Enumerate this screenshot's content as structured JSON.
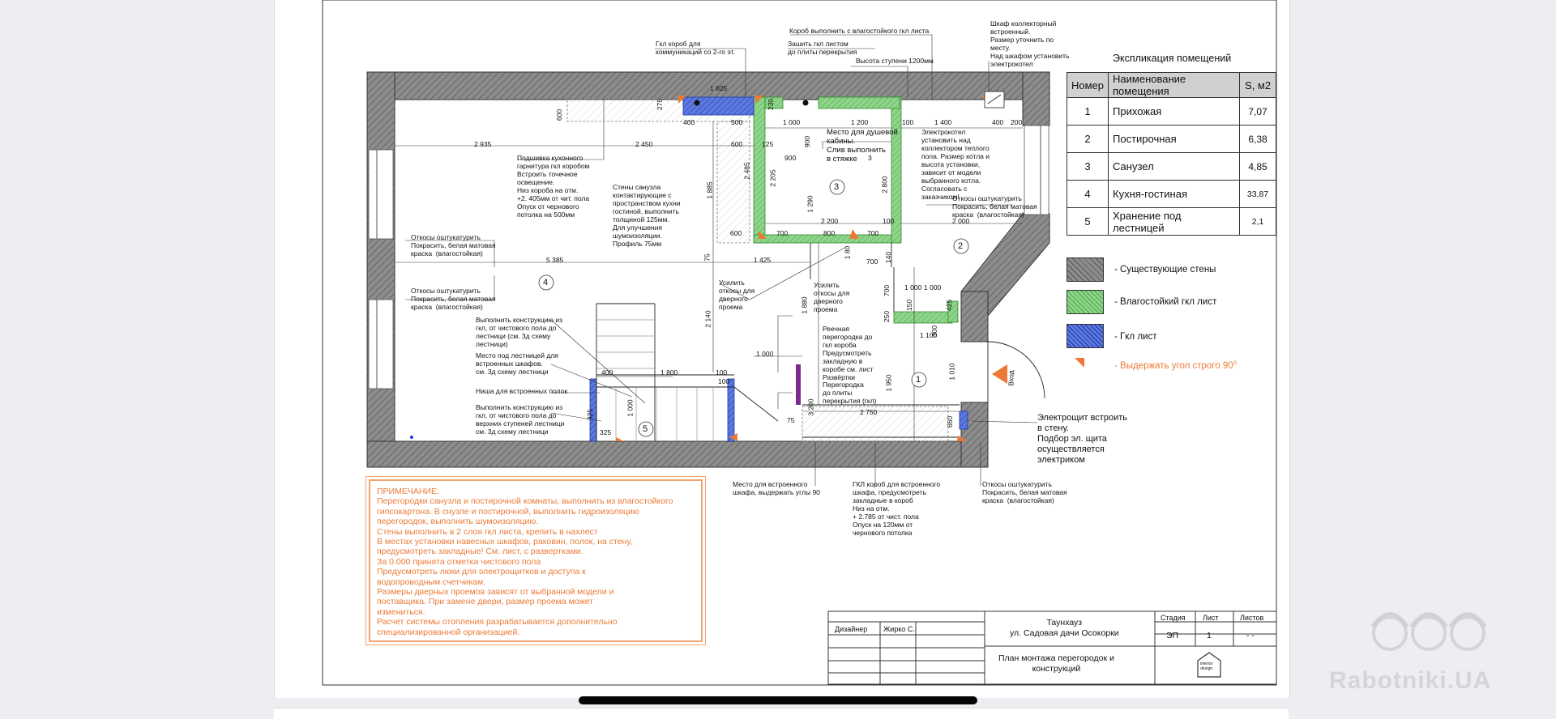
{
  "drawing": {
    "notes_title": "ПРИМЕЧАНИЕ:",
    "notes_lines": [
      "Перегородки санузла и постирочной комнаты, выполнить из влагостойкого",
      "гипсокартона. В снузле и постирочной, выполнить гидроизоляцию",
      "перегородок, выполнить шумоизоляцию.",
      "Стены выполнить в 2 слоя гкл листа, крепить в нахлест",
      "В местах установки навесных шкафов, раковин, полок, на стену,",
      "предусмотреть закладные! См. лист, с развертками.",
      "За 0.000 принята отметка чистового пола",
      "Предусмотреть люки для электрощитков и доступа к",
      "водопроводным счетчикам.",
      "Размеры дверных проемов зависят от выбранной модели и",
      "поставщика. При замене двери, размер проема может",
      "измениться.",
      "Расчет системы отопления разрабатывается дополнительно",
      "специализированной организацией."
    ],
    "annotations": {
      "a1": "Гкл короб для\nкоммуникаций со 2-го эт.",
      "a2": "Короб выполнить с влагостойкого гкл листа",
      "a3": "Зашить гкл листом\nдо плиты перекрытия",
      "a4": "Высота ступени 1200мм",
      "a5": "Шкаф коллекторный\nвстроенный.\nРазмер уточнить по\nместу.\nНад шкафом установить\nэлектрокотел",
      "a6": "Подшивка кухонного\nгарнитура гкл коробом\nВстроить точечное\nосвещение.\nНиз короба на отм.\n+2. 405мм от чит. пола\nОпуск от чернового\nпотолка на 500мм",
      "a7": "Стены санузла\nконтактирующие с\nпространством кухни\nгостиной, выполнить\nтолщиной 125мм.\nДля улучшения\nшумоизоляции.\nПрофиль 75мм",
      "a8": "Место для душевой\nкабины.\nСлив выполнить\nв стяжке",
      "a9": "Электрокотел\nустановить над\nколлектором теплого\nпола. Размер котла и\nвысота установки,\nзависит от модели\nвыбранного котла.\nСогласовать с\nзаказчиком!",
      "a10": "Откосы оштукатурить\nПокрасить, белая матовая\nкраска  (влагостойкая)",
      "a11": "Откосы оштукатурить\nПокрасить, белая матовая\nкраска  (влагостойкая)",
      "a12": "Откосы оштукатурить\nПокрасить, белая матовая\nкраска  (влагостойкая)",
      "a13": "Усилить\nоткосы для\nдверного\nпроема",
      "a14": "Усилить\nоткосы для\nдверного\nпроема",
      "a15": "Выполнить конструкцию из\nгкл, от чистового пола до\nлестници (см. 3д схему\nлестници)",
      "a16": "Место под лестницей для\nвстроенных шкафов.\nсм. 3д схему лестници",
      "a17": "Ниша для встроенных полок",
      "a18": "Выполнить конструкцию из\nгкл, от чистового пола до\nверхних ступеней лестници\nсм. 3д схему лестници",
      "a19": "Реечная\nперегородка до\nгкл короба\nПредусмотреть\nзакладную в\nкоробе см. лист\nРазвёртки",
      "a20": "Перегородка\nдо плиты\nперекрытия (гкл)",
      "a21": "Электрощит встроить\nв стену.\nПодбор эл. щита\nосуществляется\nэлектриком",
      "a22": "Место для встроенного\nшкафа, выдержать углы 90",
      "a23": "ГКЛ короб для встроенного\nшкафа, предусмотреть\nзакладные в короб\nНиз на отм.\n+ 2.785 от чист. пола\nОпуск на 120мм от\nчернового потолка",
      "a24": "Откосы оштукатурить\nПокрасить, белая матовая\nкраска  (влагостойкая)",
      "entrance": "Вход"
    },
    "dimensions": [
      "1 825",
      "275",
      "600",
      "400",
      "500",
      "230",
      "1 000",
      "1 200",
      "100",
      "1 400",
      "400",
      "200",
      "2 935",
      "2 450",
      "600",
      "125",
      "2 485",
      "2 205",
      "900",
      "900",
      "1 290",
      "3",
      "1 885",
      "2 800",
      "600",
      "700",
      "800",
      "700",
      "2 200",
      "100",
      "2 000",
      "5 385",
      "1 425",
      "75",
      "1 80",
      "700",
      "140",
      "700",
      "1 000",
      "1 000",
      "250",
      "150",
      "425",
      "300",
      "1 100",
      "1 010",
      "1 000",
      "100",
      "400",
      "1 800",
      "1 880",
      "2 140",
      "1 950",
      "100",
      "325",
      "1 000",
      "325",
      "75",
      "3 200",
      "2 750",
      "660"
    ],
    "room_numbers": [
      "1",
      "2",
      "3",
      "4",
      "5"
    ]
  },
  "explication": {
    "title": "Экспликация помещений",
    "headers": [
      "Номер",
      "Наименование помещения",
      "S, м2"
    ],
    "rows": [
      [
        "1",
        "Прихожая",
        "7,07"
      ],
      [
        "2",
        "Постирочная",
        "6,38"
      ],
      [
        "3",
        "Санузел",
        "4,85"
      ],
      [
        "4",
        "Кухня-гостиная",
        "33,87"
      ],
      [
        "5",
        "Хранение под лестницей",
        "2,1"
      ]
    ]
  },
  "legend": [
    {
      "label": "- Существующие стены",
      "color": "#888888"
    },
    {
      "label": "- Влагостойкий гкл лист",
      "color": "#7fcf7b"
    },
    {
      "label": "- Гкл лист",
      "color": "#4f6fd8"
    },
    {
      "label": "- Выдержать угол строго 90",
      "color": "#ec7a35",
      "suffix": "о"
    }
  ],
  "stamp": {
    "project": "Таунхауз\nул. Садовая дачи Осокорки",
    "sheet_title": "План монтажа перегородок и\nконструкций",
    "designer_role": "Дизайнер",
    "designer_name": "Жирко С.",
    "col_stage": "Стадия",
    "col_sheet": "Лист",
    "col_sheets": "Листов",
    "stage": "ЭП",
    "sheet": "1",
    "sheets": "- -",
    "logo_text": "interior\ndesign"
  },
  "watermark": "Rabotniki.UA",
  "colors": {
    "wall": "#8a8a8a",
    "green": "#7fcf7b",
    "blue": "#4f6fd8",
    "orange": "#ec7a35",
    "hatch": "#bdbdbd"
  }
}
